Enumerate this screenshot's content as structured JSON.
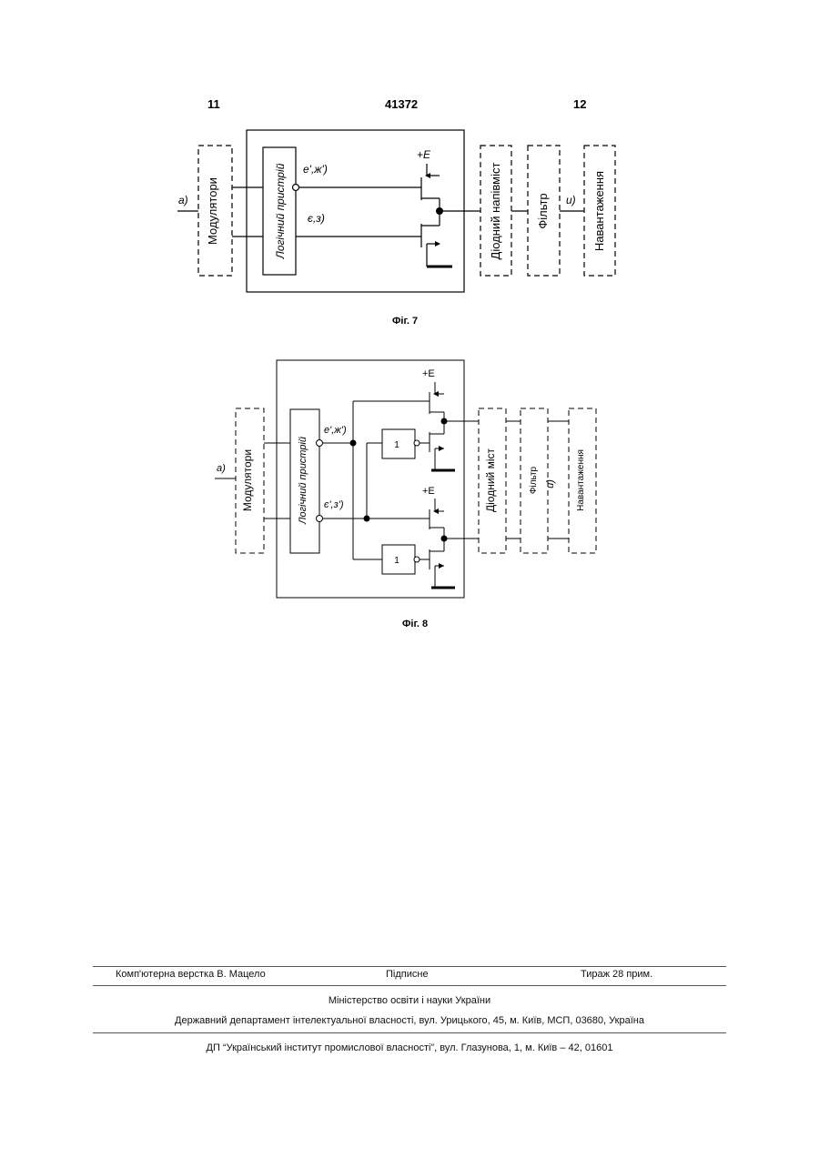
{
  "header": {
    "left_page": "11",
    "patent_number": "41372",
    "right_page": "12"
  },
  "fig7": {
    "caption": "Фіг. 7",
    "modulators": "Модулятори",
    "logic": "Логічний пристрій",
    "diode": "Діодний напівміст",
    "filter": "Фільтр",
    "load": "Навантаження",
    "input": "а)",
    "sig_top": "е',ж')",
    "sig_bottom": "є,з)",
    "out": "и)",
    "supply": "+E"
  },
  "fig8": {
    "caption": "Фіг. 8",
    "modulators": "Модулятори",
    "logic": "Логічний пристрій",
    "diode": "Діодний міст",
    "filter": "Фільтр",
    "load": "Навантаження",
    "input": "а)",
    "sig_top": "е',ж')",
    "sig_bottom": "є',з')",
    "out": "и)",
    "supply_top": "+E",
    "supply_bottom": "+E",
    "inv_top": "1",
    "inv_bottom": "1"
  },
  "footer": {
    "layout": "Комп'ютерна верстка В. Мацело",
    "signed": "Підписне",
    "circulation": "Тираж 28 прим.",
    "ministry": "Міністерство освіти і науки України",
    "department": "Державний департамент інтелектуальної власності, вул. Урицького, 45, м. Київ, МСП, 03680, Україна",
    "institute": "ДП “Український інститут промислової власності”, вул. Глазунова, 1, м. Київ – 42, 01601"
  }
}
